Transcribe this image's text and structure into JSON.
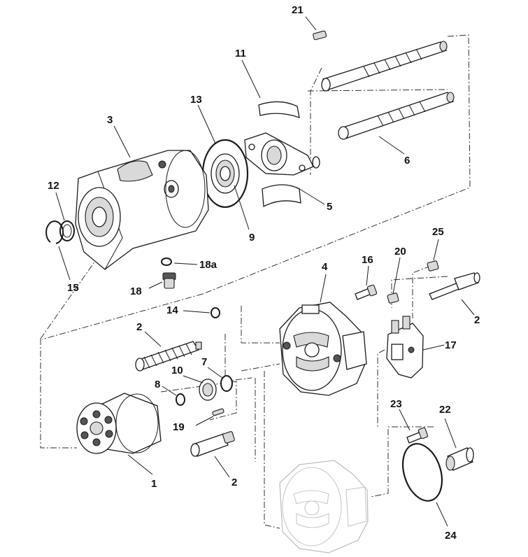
{
  "callouts": {
    "c21": "21",
    "c11": "11",
    "c13": "13",
    "c3": "3",
    "c12": "12",
    "c15": "15",
    "c9": "9",
    "c5": "5",
    "c6": "6",
    "c18a": "18a",
    "c18": "18",
    "c4": "4",
    "c16": "16",
    "c20": "20",
    "c25": "25",
    "c2_right": "2",
    "c14": "14",
    "c2_spring": "2",
    "c10": "10",
    "c7": "7",
    "c8": "8",
    "c17": "17",
    "c19": "19",
    "c23": "23",
    "c22": "22",
    "c1": "1",
    "c2_pin": "2",
    "c24": "24"
  }
}
